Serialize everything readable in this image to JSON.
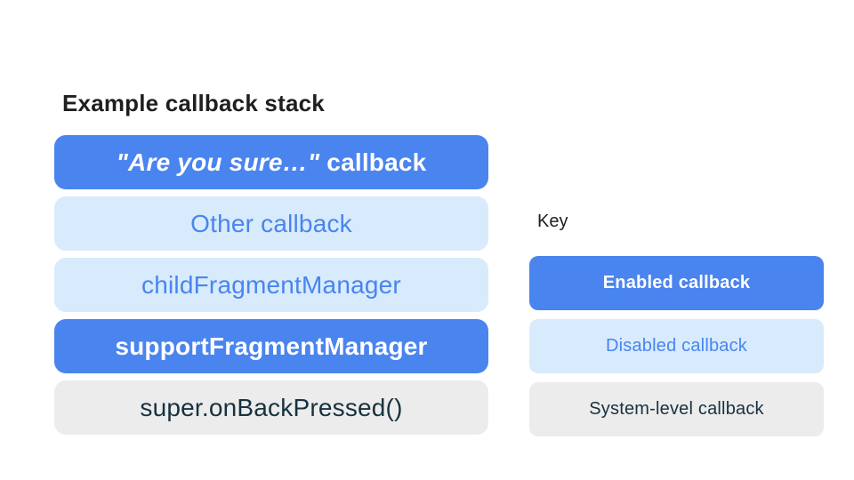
{
  "colors": {
    "enabled_bg": "#4A84EE",
    "enabled_text": "#FFFFFF",
    "disabled_bg": "#D7EBFC",
    "disabled_text": "#4A84EE",
    "system_bg": "#ECECEC",
    "system_text": "#17323F",
    "title_text": "#1F1F1F"
  },
  "stack": {
    "title": "Example callback stack",
    "items": [
      {
        "quote": "\"Are you sure…\"",
        "rest": " callback",
        "type": "enabled"
      },
      {
        "label": "Other callback",
        "type": "disabled"
      },
      {
        "label": "childFragmentManager",
        "type": "disabled"
      },
      {
        "label": "supportFragmentManager",
        "type": "enabled"
      },
      {
        "label": "super.onBackPressed()",
        "type": "system"
      }
    ]
  },
  "key": {
    "title": "Key",
    "items": [
      {
        "label": "Enabled callback",
        "type": "enabled"
      },
      {
        "label": "Disabled callback",
        "type": "disabled"
      },
      {
        "label": "System-level callback",
        "type": "system"
      }
    ]
  }
}
